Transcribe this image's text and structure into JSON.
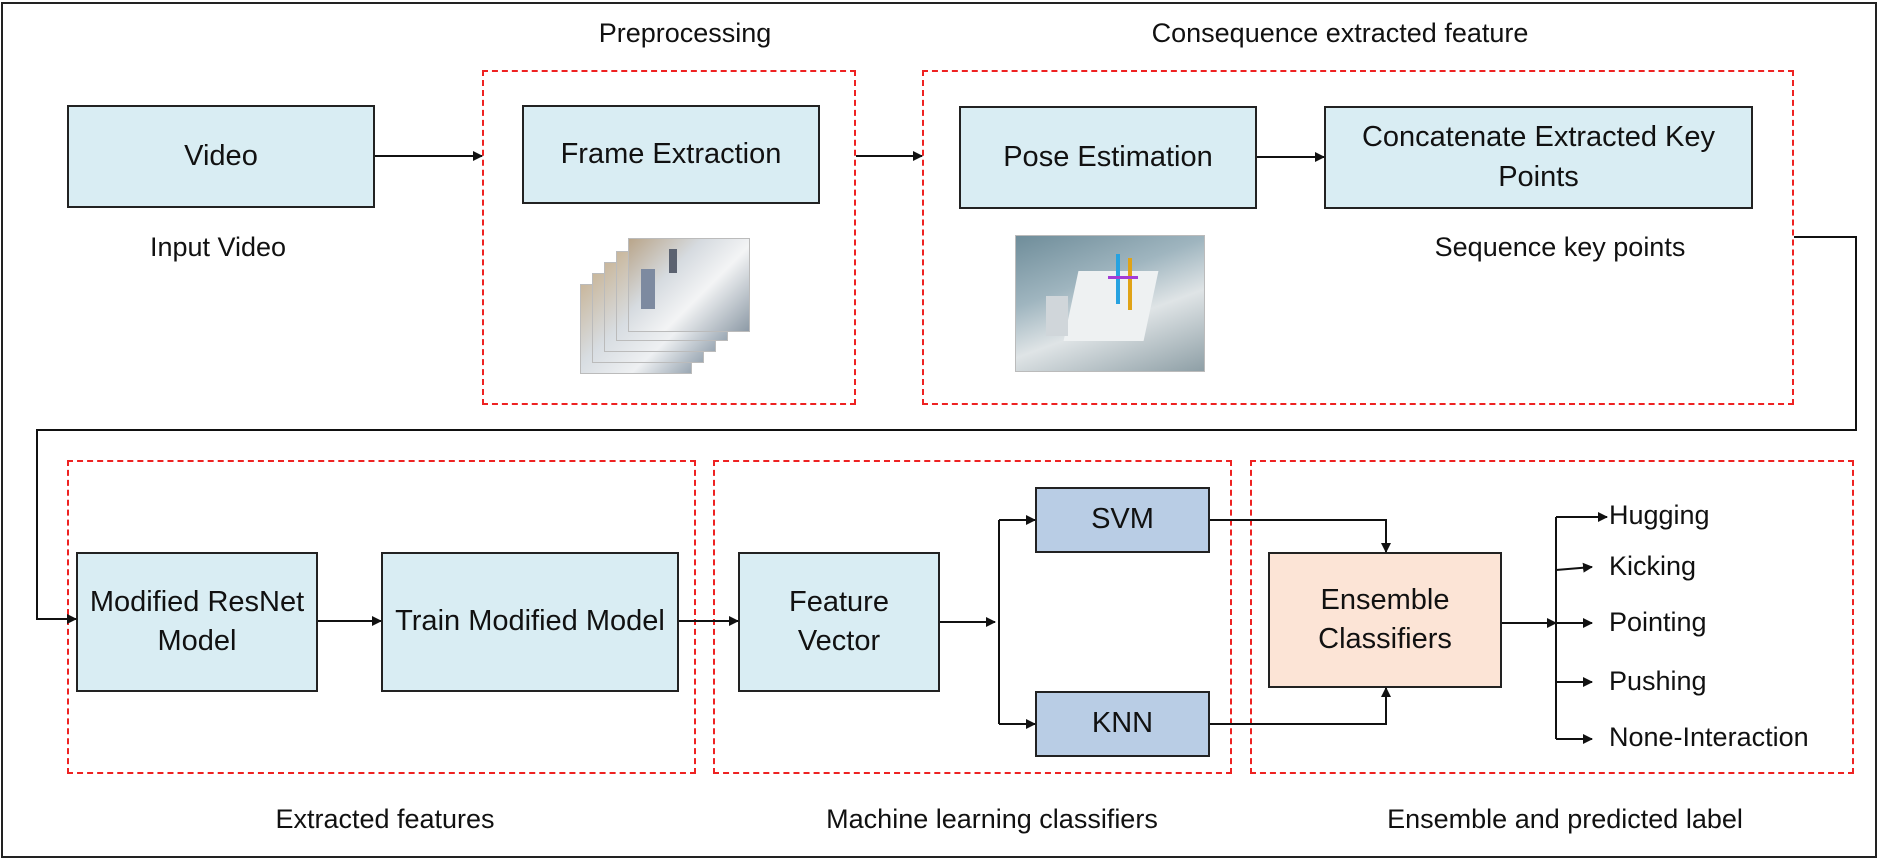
{
  "frame_labels": {
    "preprocessing": "Preprocessing",
    "consequence": "Consequence extracted feature",
    "extracted": "Extracted features",
    "ml_classifiers": "Machine learning classifiers",
    "ensemble_label": "Ensemble and predicted label"
  },
  "nodes": {
    "video": "Video",
    "frame_extraction": "Frame Extraction",
    "pose_estimation": "Pose Estimation",
    "concat_keypoints": "Concatenate Extracted Key Points",
    "modified_resnet": "Modified ResNet Model",
    "train_modified": "Train Modified Model",
    "feature_vector": "Feature Vector",
    "svm": "SVM",
    "knn": "KNN",
    "ensemble": "Ensemble Classifiers"
  },
  "captions": {
    "input_video": "Input Video",
    "sequence_key_points": "Sequence key points"
  },
  "outputs": [
    "Hugging",
    "Kicking",
    "Pointing",
    "Pushing",
    "None-Interaction"
  ]
}
